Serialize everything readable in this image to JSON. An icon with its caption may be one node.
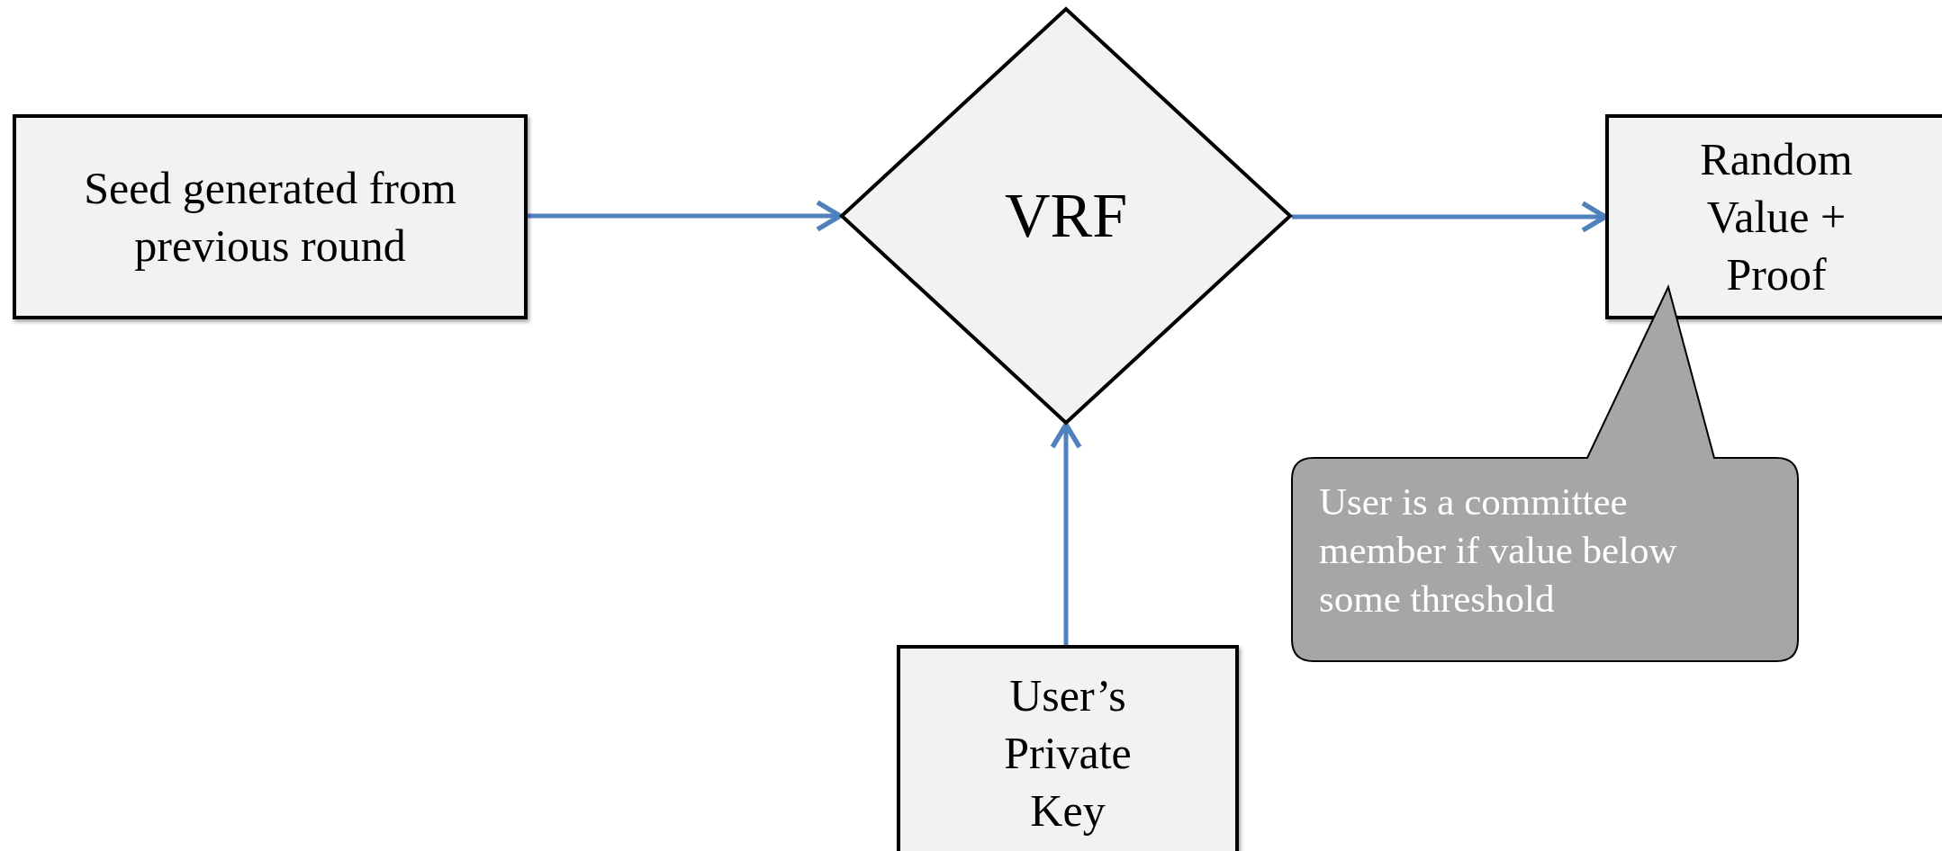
{
  "diagram": {
    "nodes": [
      {
        "text": [
          "Seed generated from previous round"
        ]
      },
      {
        "text": [
          "VRF"
        ]
      },
      {
        "text": [
          "Random Value + Proof"
        ]
      },
      {
        "text": [
          "User’s Private Key"
        ]
      },
      {
        "text": [
          "User is a committee member if value below some threshold"
        ]
      }
    ],
    "edges": [
      {
        "from": 0,
        "to": 1,
        "arrow": "to"
      },
      {
        "from": 1,
        "to": 2,
        "arrow": "to"
      },
      {
        "from": 3,
        "to": 1,
        "arrow": "to"
      }
    ]
  }
}
